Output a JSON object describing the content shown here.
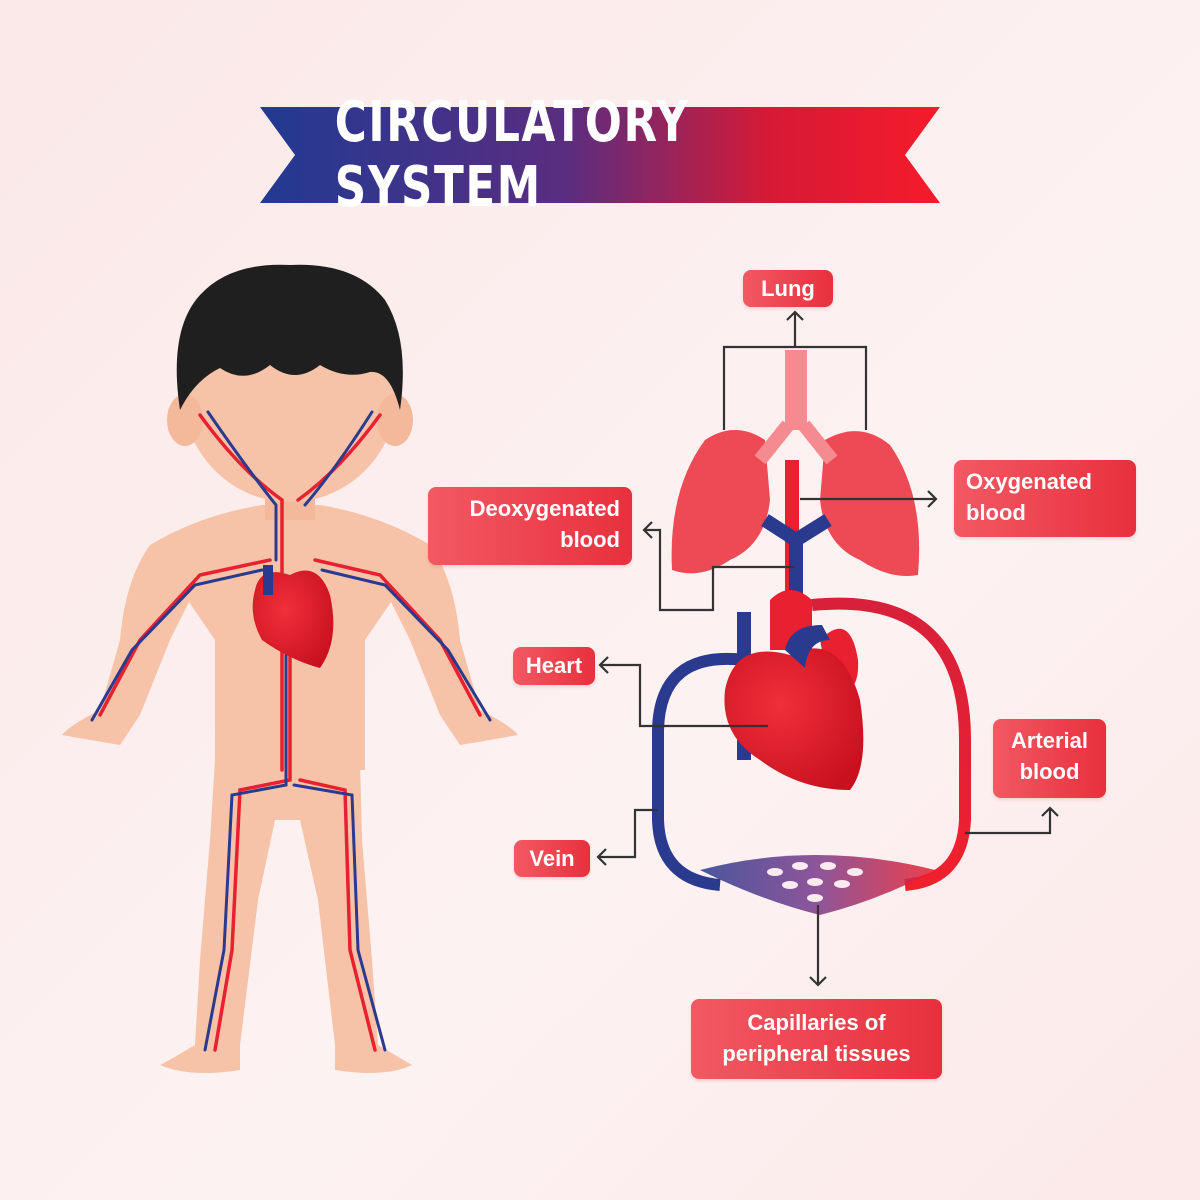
{
  "title": "CIRCULATORY SYSTEM",
  "labels": {
    "lung": "Lung",
    "deoxygenated": "Deoxygenated blood",
    "oxygenated": "Oxygenated blood",
    "heart": "Heart",
    "arterial": "Arterial blood",
    "vein": "Vein",
    "capillaries": "Capillaries of peripheral tissues"
  },
  "colors": {
    "artery": "#e8202f",
    "vein": "#2a3a8f",
    "skin": "#f6c3a8",
    "hair": "#1f1f1f",
    "label": "#ee4551"
  }
}
